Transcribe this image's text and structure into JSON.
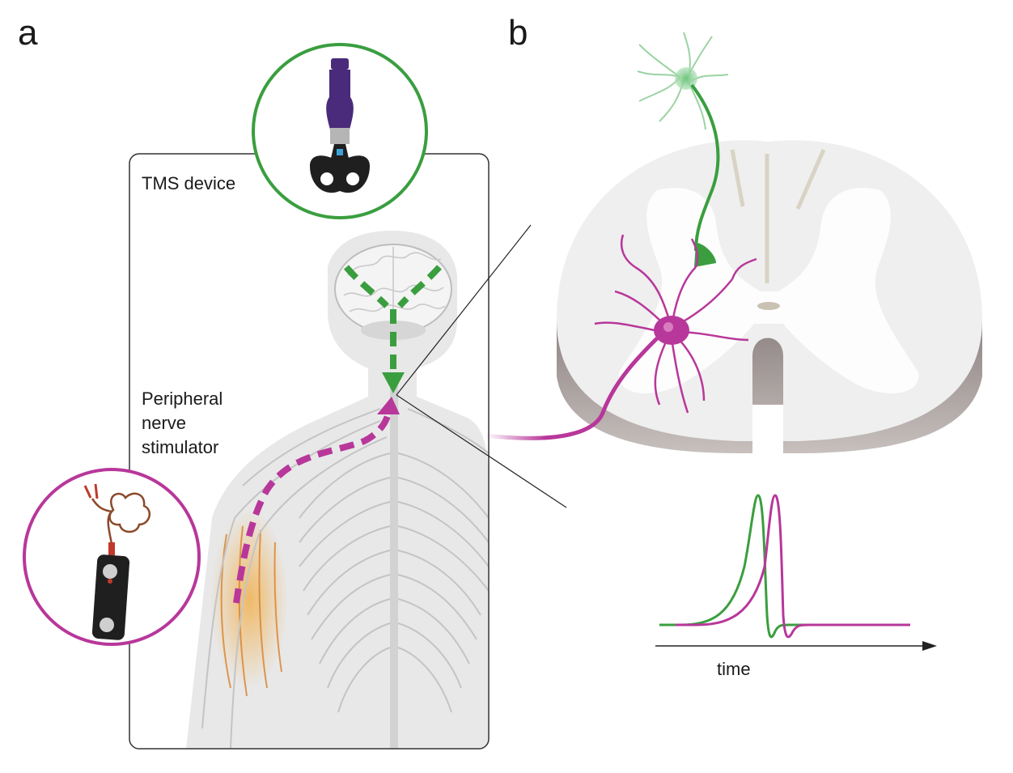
{
  "panels": {
    "a": {
      "letter": "a"
    },
    "b": {
      "letter": "b"
    }
  },
  "labels": {
    "tms_device": "TMS device",
    "peripheral_lines": [
      "Peripheral",
      "nerve",
      "stimulator"
    ],
    "time_axis": "time"
  },
  "colors": {
    "tms_green": "#3a9e3f",
    "pns_magenta": "#b8379a",
    "body_gray": "#e8e8e8",
    "nerve_gray": "#bdbdbd",
    "cord_top": "#efefef",
    "cord_side": "#a59a9a",
    "muscle_orange": "#f2a93b",
    "coil_purple": "#4a2a7a"
  },
  "icons": {
    "tms": "tms-coil-icon",
    "pns": "nerve-stimulator-icon",
    "brain": "brain-icon",
    "neuron": "neuron-icon",
    "spinal_cord": "spinal-cord-icon"
  }
}
